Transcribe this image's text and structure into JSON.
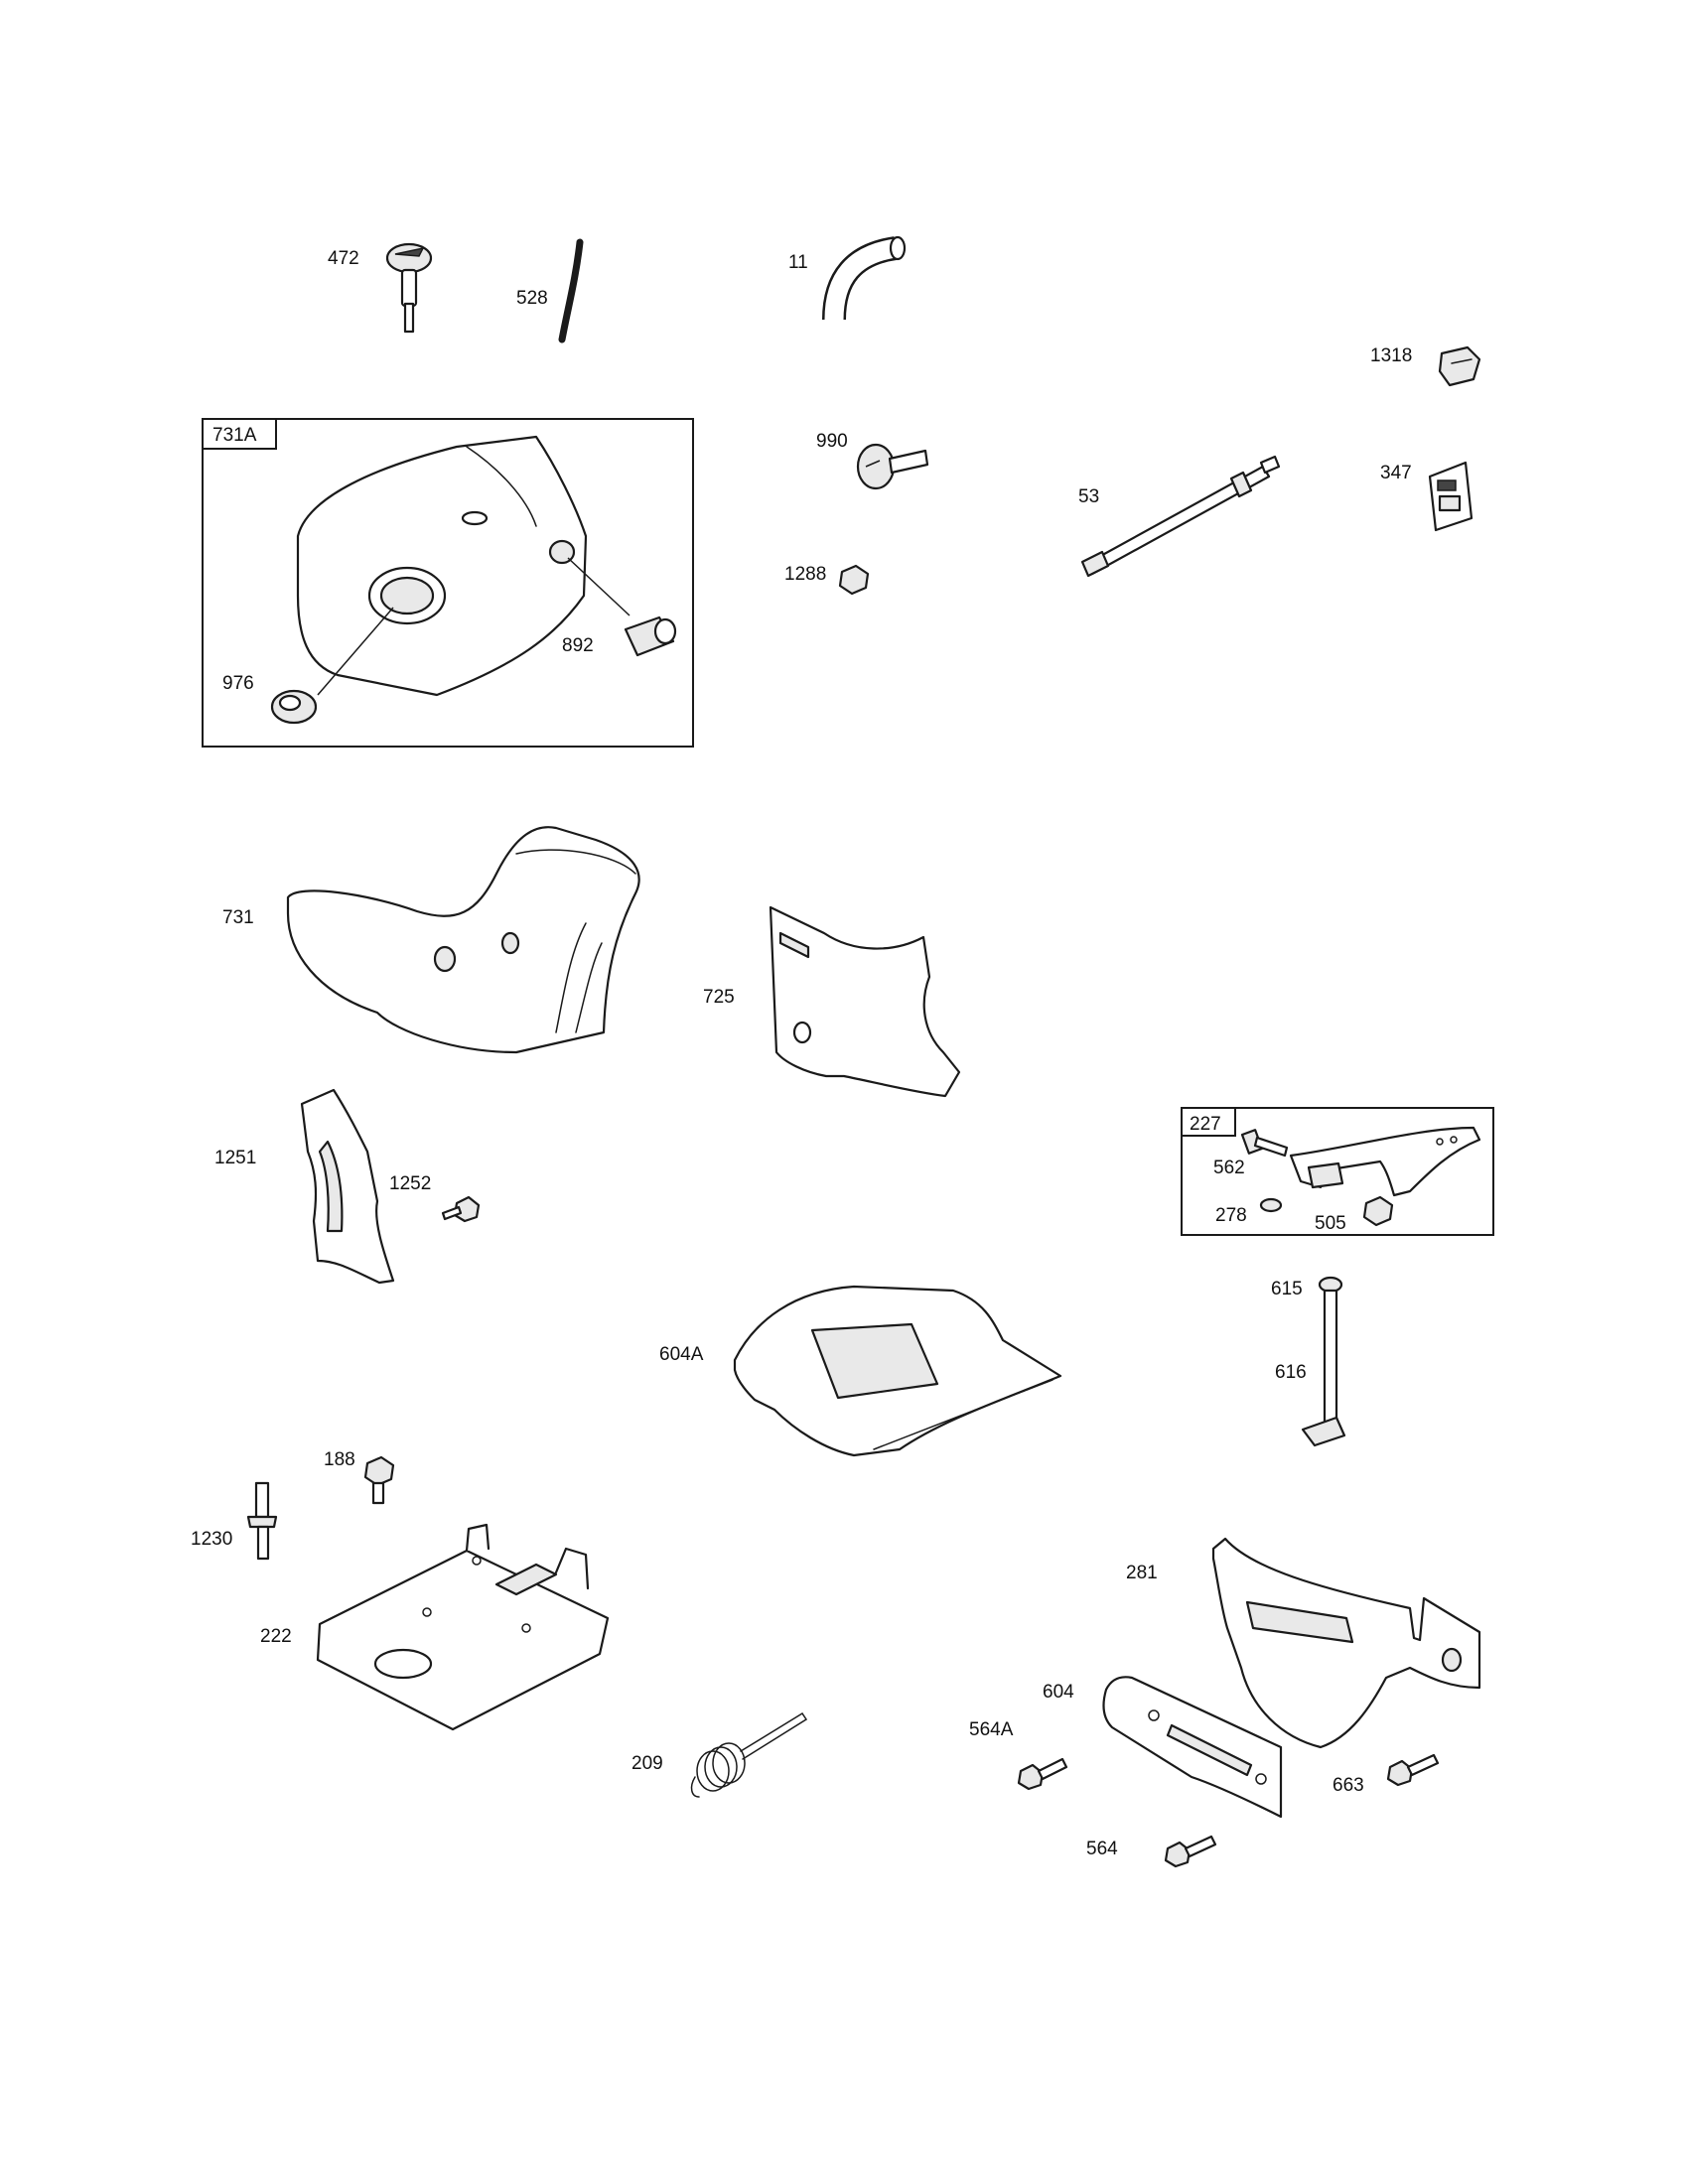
{
  "callouts": [
    {
      "id": "472",
      "text": "472"
    },
    {
      "id": "528",
      "text": "528"
    },
    {
      "id": "11",
      "text": "11"
    },
    {
      "id": "1318",
      "text": "1318"
    },
    {
      "id": "731A",
      "text": "731A"
    },
    {
      "id": "990",
      "text": "990"
    },
    {
      "id": "53",
      "text": "53"
    },
    {
      "id": "347",
      "text": "347"
    },
    {
      "id": "1288",
      "text": "1288"
    },
    {
      "id": "892",
      "text": "892"
    },
    {
      "id": "976",
      "text": "976"
    },
    {
      "id": "731",
      "text": "731"
    },
    {
      "id": "725",
      "text": "725"
    },
    {
      "id": "227",
      "text": "227"
    },
    {
      "id": "562",
      "text": "562"
    },
    {
      "id": "278",
      "text": "278"
    },
    {
      "id": "505",
      "text": "505"
    },
    {
      "id": "1251",
      "text": "1251"
    },
    {
      "id": "1252",
      "text": "1252"
    },
    {
      "id": "615",
      "text": "615"
    },
    {
      "id": "604A",
      "text": "604A"
    },
    {
      "id": "616",
      "text": "616"
    },
    {
      "id": "188",
      "text": "188"
    },
    {
      "id": "1230",
      "text": "1230"
    },
    {
      "id": "281",
      "text": "281"
    },
    {
      "id": "222",
      "text": "222"
    },
    {
      "id": "604",
      "text": "604"
    },
    {
      "id": "564A",
      "text": "564A"
    },
    {
      "id": "209",
      "text": "209"
    },
    {
      "id": "663",
      "text": "663"
    },
    {
      "id": "564",
      "text": "564"
    }
  ]
}
